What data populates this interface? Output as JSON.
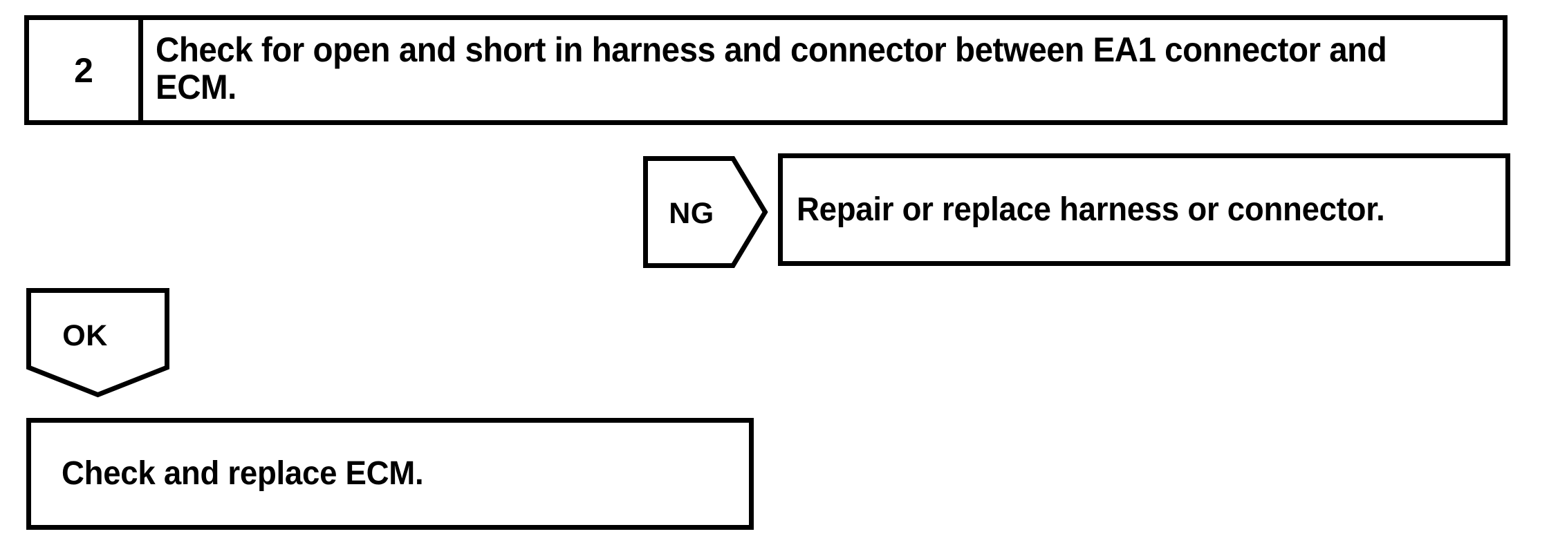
{
  "page": {
    "title": "Diagnostic Trouble Flow - Step 2",
    "background_color": "#ffffff",
    "line_color": "#000000"
  },
  "step": {
    "number": "2",
    "instruction": "Check for open and short in harness and connector between EA1 connector and ECM."
  },
  "branches": [
    {
      "label": "NG",
      "direction": "right",
      "result": "Repair or replace harness or connector."
    },
    {
      "label": "OK",
      "direction": "down",
      "result": "Check and replace ECM."
    }
  ],
  "results": {
    "ng_action": "Repair or replace harness or connector.",
    "ok_action": "Check and replace ECM."
  }
}
